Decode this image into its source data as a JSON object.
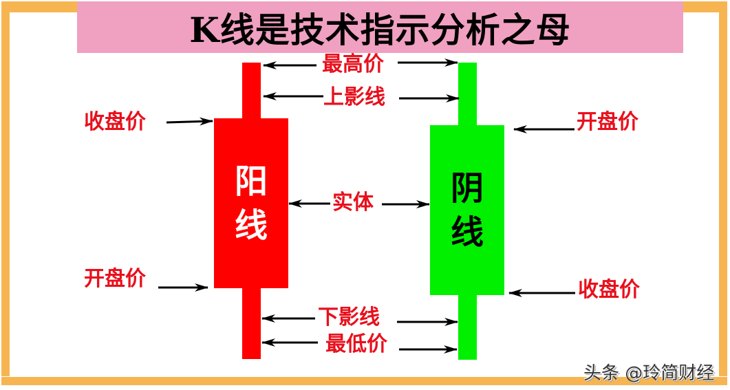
{
  "title": "K线是技术指示分析之母",
  "colors": {
    "frame": "#f7b552",
    "title_bg": "#f0a0c0",
    "bullish_candle": "#ff0000",
    "bearish_candle": "#00f000",
    "label_text": "#e8101c",
    "arrow": "#000000"
  },
  "candles": {
    "bullish": {
      "name": "阳线",
      "chars": [
        "阳",
        "线"
      ],
      "text_color": "#ffffff",
      "labels": {
        "top": "收盘价",
        "bottom": "开盘价"
      }
    },
    "bearish": {
      "name": "阴线",
      "chars": [
        "阴",
        "线"
      ],
      "text_color": "#000000",
      "labels": {
        "top": "开盘价",
        "bottom": "收盘价"
      }
    }
  },
  "center_labels": {
    "high": "最高价",
    "upper_shadow": "上影线",
    "body": "实体",
    "lower_shadow": "下影线",
    "low": "最低价"
  },
  "watermark": "头条 @玲简财经"
}
